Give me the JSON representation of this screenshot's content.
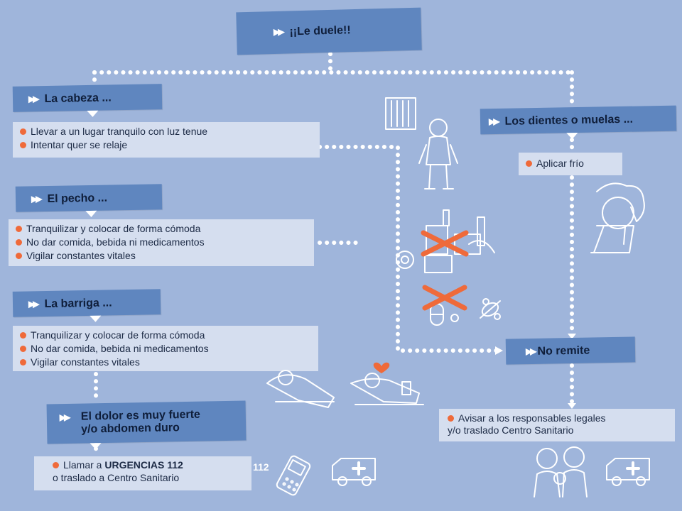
{
  "headers": {
    "main": "¡¡Le duele!!",
    "cabeza": "La cabeza ...",
    "dientes": "Los dientes o muelas ...",
    "pecho": "El pecho ...",
    "barriga": "La barriga ...",
    "no_remite": "No remite",
    "dolor_line1": "El dolor es muy fuerte",
    "dolor_line2": "y/o abdomen duro"
  },
  "boxes": {
    "cabeza": [
      "Llevar a un lugar tranquilo con luz tenue",
      "Intentar quer se relaje"
    ],
    "dientes": [
      "Aplicar frío"
    ],
    "pecho": [
      "Tranquilizar y colocar de forma cómoda",
      "No dar comida, bebida ni medicamentos",
      "Vigilar constantes vitales"
    ],
    "barriga": [
      "Tranquilizar y colocar de forma cómoda",
      "No dar comida, bebida ni medicamentos",
      "Vigilar constantes vitales"
    ],
    "avisar": [
      "Avisar a los responsables legales",
      "y/o traslado Centro Sanitario"
    ],
    "urgencias": {
      "prefix": "Llamar a ",
      "bold": "URGENCIAS 112",
      "line2": "o traslado a Centro Sanitario"
    }
  },
  "phone_number": "112",
  "colors": {
    "background": "#9fb5db",
    "header": "#5f86bf",
    "box": "#d5deef",
    "bullet": "#ef6a3a",
    "cross": "#ef6a3a",
    "dots": "#ffffff"
  },
  "icons": [
    "thermometer-icon",
    "person-standing-icon",
    "medicine-bottles-crossed-icon",
    "pills-crossed-icon",
    "person-toothache-icon",
    "person-lying-icon",
    "person-care-icon",
    "mobile-phone-icon",
    "ambulance-icon",
    "family-icon"
  ]
}
